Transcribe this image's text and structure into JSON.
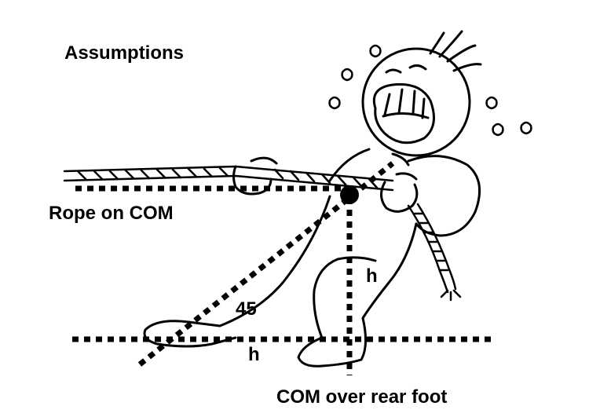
{
  "diagram": {
    "title": "Assumptions",
    "rope_label": "Rope on COM",
    "vertical_h_label": "h",
    "angle_label": "45",
    "horizontal_h_label": "h",
    "com_label": "COM over rear foot"
  },
  "colors": {
    "ink": "#000000",
    "background": "#ffffff"
  }
}
